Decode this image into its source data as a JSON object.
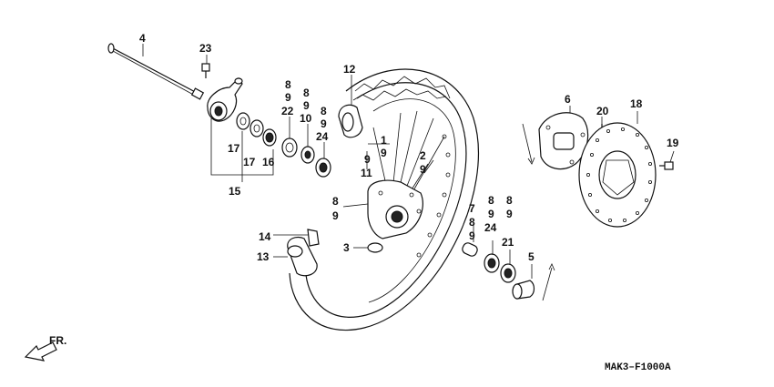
{
  "diagram": {
    "code": "MAK3–F1000A",
    "direction_label": "FR.",
    "callouts": [
      {
        "id": "c4",
        "text": "4"
      },
      {
        "id": "c23",
        "text": "23"
      },
      {
        "id": "c12",
        "text": "12"
      },
      {
        "id": "c8a",
        "text": "8"
      },
      {
        "id": "c9a",
        "text": "9"
      },
      {
        "id": "c22",
        "text": "22"
      },
      {
        "id": "c8b",
        "text": "8"
      },
      {
        "id": "c9b",
        "text": "9"
      },
      {
        "id": "c10",
        "text": "10"
      },
      {
        "id": "c8c",
        "text": "8"
      },
      {
        "id": "c9c",
        "text": "9"
      },
      {
        "id": "c24a",
        "text": "24"
      },
      {
        "id": "c1",
        "text": "1"
      },
      {
        "id": "c9d",
        "text": "9"
      },
      {
        "id": "c9e",
        "text": "9"
      },
      {
        "id": "c11",
        "text": "11"
      },
      {
        "id": "c2",
        "text": "2"
      },
      {
        "id": "c9f",
        "text": "9"
      },
      {
        "id": "c17a",
        "text": "17"
      },
      {
        "id": "c17b",
        "text": "17"
      },
      {
        "id": "c16",
        "text": "16"
      },
      {
        "id": "c15",
        "text": "15"
      },
      {
        "id": "c6",
        "text": "6"
      },
      {
        "id": "c20",
        "text": "20"
      },
      {
        "id": "c18",
        "text": "18"
      },
      {
        "id": "c19",
        "text": "19"
      },
      {
        "id": "c8d",
        "text": "8"
      },
      {
        "id": "c9g",
        "text": "9"
      },
      {
        "id": "c7",
        "text": "7"
      },
      {
        "id": "c8e",
        "text": "8"
      },
      {
        "id": "c9h",
        "text": "9"
      },
      {
        "id": "c8f",
        "text": "8"
      },
      {
        "id": "c9i",
        "text": "9"
      },
      {
        "id": "c8g",
        "text": "8"
      },
      {
        "id": "c9j",
        "text": "9"
      },
      {
        "id": "c24b",
        "text": "24"
      },
      {
        "id": "c21",
        "text": "21"
      },
      {
        "id": "c14",
        "text": "14"
      },
      {
        "id": "c13",
        "text": "13"
      },
      {
        "id": "c3",
        "text": "3"
      },
      {
        "id": "c5",
        "text": "5"
      }
    ]
  }
}
